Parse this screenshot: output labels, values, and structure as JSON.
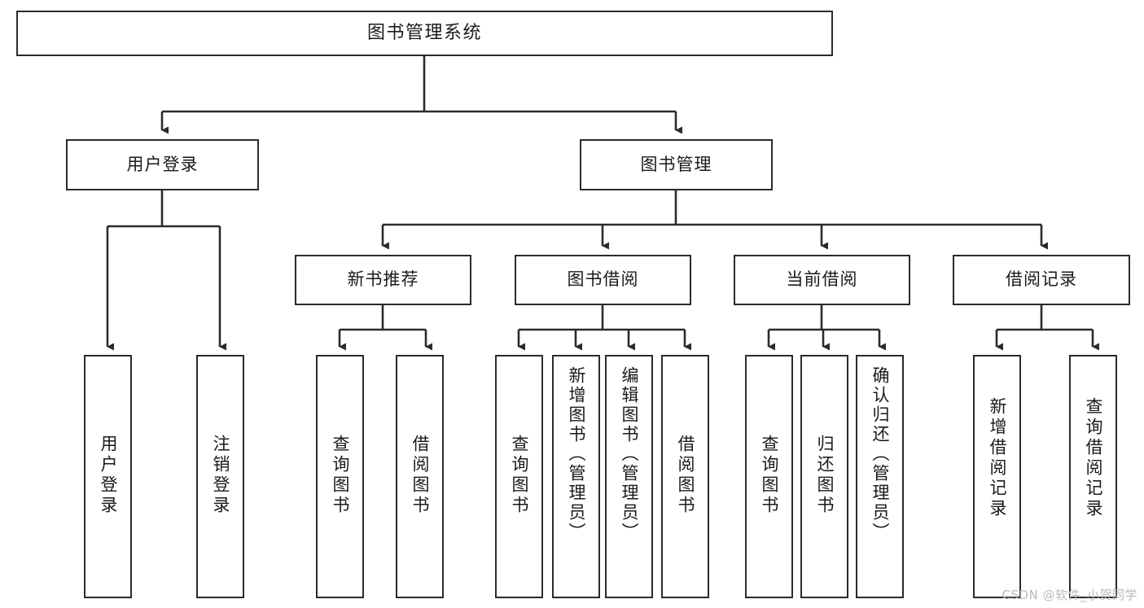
{
  "diagram": {
    "title": "图书管理系统",
    "type": "hierarchy-tree",
    "root": {
      "label": "图书管理系统"
    },
    "tier2": [
      {
        "label": "用户登录"
      },
      {
        "label": "图书管理"
      }
    ],
    "tier3": [
      {
        "label": "新书推荐"
      },
      {
        "label": "图书借阅"
      },
      {
        "label": "当前借阅"
      },
      {
        "label": "借阅记录"
      }
    ],
    "leaves": {
      "user_login": [
        {
          "label": "用户登录"
        },
        {
          "label": "注销登录"
        }
      ],
      "new_book_recommend": [
        {
          "label": "查询图书"
        },
        {
          "label": "借阅图书"
        }
      ],
      "book_borrow": [
        {
          "label": "查询图书"
        },
        {
          "label": "新增图书（管理员）"
        },
        {
          "label": "编辑图书（管理员）"
        },
        {
          "label": "借阅图书"
        }
      ],
      "current_borrow": [
        {
          "label": "查询图书"
        },
        {
          "label": "归还图书"
        },
        {
          "label": "确认归还（管理员）"
        }
      ],
      "borrow_record": [
        {
          "label": "新增借阅记录"
        },
        {
          "label": "查询借阅记录"
        }
      ]
    }
  },
  "watermark": {
    "text": "CSDN @软件_小贺同学"
  },
  "colors": {
    "stroke": "#2b2b2b",
    "background": "#ffffff",
    "text": "#1a1a1a",
    "watermark": "#b9b9b9"
  }
}
